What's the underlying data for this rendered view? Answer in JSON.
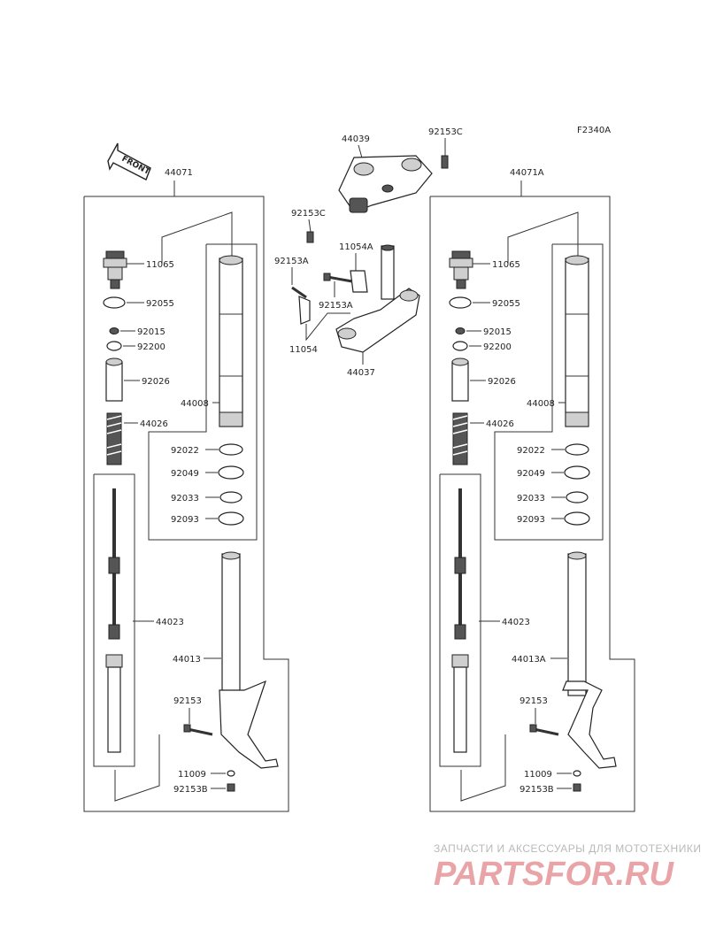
{
  "figure_code": "F2340A",
  "front_label": "FRONT",
  "watermark": {
    "subtitle": "ЗАПЧАСТИ И АКСЕССУАРЫ ДЛЯ МОТОТЕХНИКИ",
    "logo": "PARTSFOR.RU"
  },
  "left_fork": {
    "assembly": "44071",
    "labels": {
      "cap": "11065",
      "oring": "92055",
      "nut": "92015",
      "washer": "92200",
      "collar": "92026",
      "spring": "44026",
      "outer_tube": "44008",
      "bushing": "92022",
      "oil_seal": "92049",
      "circlip": "92033",
      "dust_seal": "92093",
      "cylinder": "44023",
      "inner_tube": "44013",
      "bolt": "92153",
      "gasket": "11009",
      "drain_bolt": "92153B"
    }
  },
  "right_fork": {
    "assembly": "44071A",
    "labels": {
      "cap": "11065",
      "oring": "92055",
      "nut": "92015",
      "washer": "92200",
      "collar": "92026",
      "spring": "44026",
      "outer_tube": "44008",
      "bushing": "92022",
      "oil_seal": "92049",
      "circlip": "92033",
      "dust_seal": "92093",
      "cylinder": "44023",
      "inner_tube": "44013A",
      "bolt": "92153",
      "gasket": "11009",
      "drain_bolt": "92153B"
    }
  },
  "steering": {
    "upper_bracket": "44039",
    "bolt_c_top": "92153C",
    "bolt_c": "92153C",
    "stem_clamp": "11054A",
    "bolt_a_left": "92153A",
    "bolt_a_mid": "92153A",
    "guide": "11054",
    "lower_bracket": "44037"
  }
}
